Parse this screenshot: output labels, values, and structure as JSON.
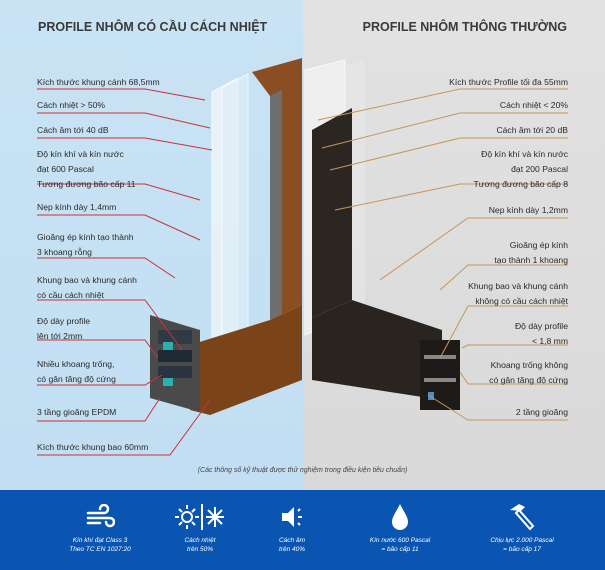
{
  "titles": {
    "left": "PROFILE NHÔM CÓ CẦU CÁCH NHIỆT",
    "right": "PROFILE NHÔM THÔNG THƯỜNG"
  },
  "left_labels": [
    [
      "Kích thước khung cánh 68,5mm"
    ],
    [
      "Cách nhiệt > 50%"
    ],
    [
      "Cách âm tới 40 dB"
    ],
    [
      "Độ kín khí và kín nước",
      "đạt 600 Pascal",
      "Tương đương bão cấp 11"
    ],
    [
      "Nẹp kính dày 1,4mm"
    ],
    [
      "Gioăng ép kính tạo thành",
      "3 khoang rỗng"
    ],
    [
      "Khung bao và khung cánh",
      "có cầu cách nhiệt"
    ],
    [
      "Độ dày profile",
      "lên tới 2mm"
    ],
    [
      "Nhiều khoang trống,",
      "có gân tăng độ cứng"
    ],
    [
      "3 tầng gioăng EPDM"
    ],
    [
      "Kích thước khung bao 60mm"
    ]
  ],
  "right_labels": [
    [
      "Kích thước Profile tối đa 55mm"
    ],
    [
      "Cách nhiệt < 20%"
    ],
    [
      "Cách âm tới 20 dB"
    ],
    [
      "Độ kín khí và kín nước",
      "đạt 200 Pascal",
      "Tương đương bão cấp 8"
    ],
    [
      "Nẹp kính dày 1,2mm"
    ],
    [
      "Gioăng ép kính",
      "tạo thành 1 khoang"
    ],
    [
      "Khung bao và khung cánh",
      "không có cầu cách nhiệt"
    ],
    [
      "Độ dày profile",
      "< 1,8 mm"
    ],
    [
      "Khoang trống không",
      "có gân tăng độ cứng"
    ],
    [
      "2 tầng gioăng"
    ]
  ],
  "note": "(Các thông số kỹ thuật được thử nghiệm trong điều kiện tiêu chuẩn)",
  "features": [
    {
      "icon": "wind-icon",
      "lines": [
        "Kín khí đạt Class 3",
        "Theo TC EN 1027:20"
      ]
    },
    {
      "icon": "sun-snow-icon",
      "lines": [
        "Cách nhiệt",
        "trên 50%"
      ]
    },
    {
      "icon": "speaker-icon",
      "lines": [
        "Cách âm",
        "trên 40%"
      ]
    },
    {
      "icon": "water-drop-icon",
      "lines": [
        "Kín nước 600 Pascal",
        "= bão cấp 11"
      ]
    },
    {
      "icon": "hammer-icon",
      "lines": [
        "Chịu lực 2.000 Pascal",
        "= bão cấp 17"
      ]
    }
  ],
  "colors": {
    "left_line": "#c9323a",
    "right_line": "#c8955a",
    "band": "#0b55b2"
  }
}
